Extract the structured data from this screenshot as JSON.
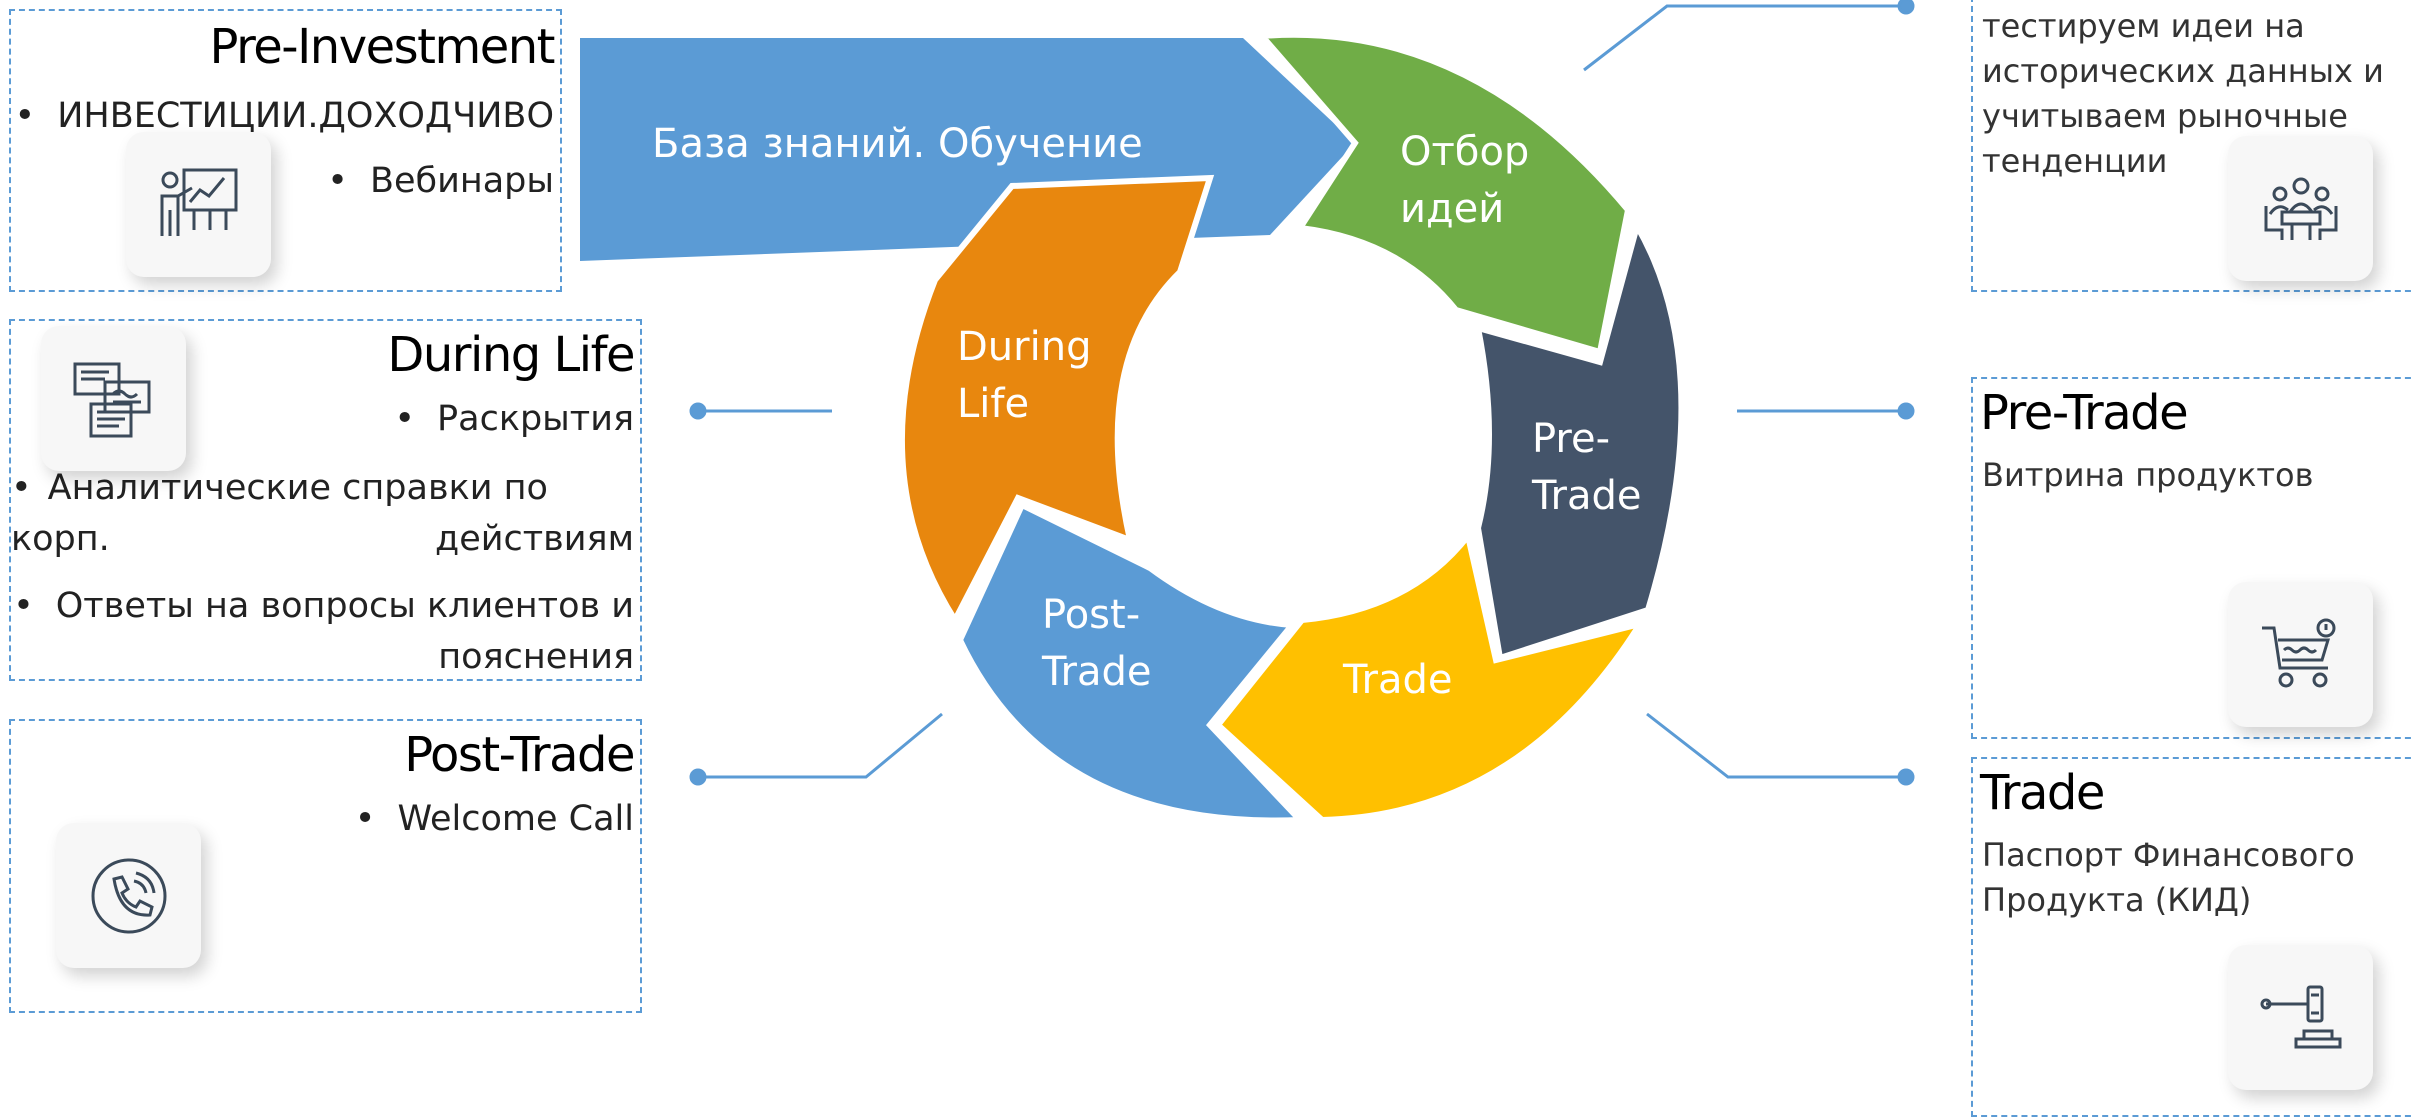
{
  "diagram": {
    "arrow_label": "База знаний. Обучение",
    "segments": {
      "idea_selection": [
        "Отбор",
        "идей"
      ],
      "pre_trade": [
        "Pre-",
        "Trade"
      ],
      "trade": [
        "Trade"
      ],
      "post_trade": [
        "Post-",
        "Trade"
      ],
      "during_life": [
        "During",
        "Life"
      ]
    },
    "colors": {
      "knowledge_arrow": "#5b9bd5",
      "idea_selection": "#70ad47",
      "pre_trade": "#44546a",
      "trade": "#ffc000",
      "post_trade": "#5b9bd5",
      "during_life": "#e8870e",
      "connector": "#5b9bd5"
    }
  },
  "left_panels": {
    "pre_investment": {
      "title": "Pre-Investment",
      "bullets": [
        "ИНВЕСТИЦИИ.ДОХОДЧИВО",
        "Вебинары"
      ],
      "icon": "presentation-chart-icon"
    },
    "during_life": {
      "title": "During Life",
      "bullets": [
        "Раскрытия",
        "Аналитические справки по корп.",
        "действиям",
        "Ответы на вопросы клиентов и",
        "пояснения"
      ],
      "icon": "documents-icon"
    },
    "post_trade": {
      "title": "Post-Trade",
      "bullets": [
        "Welcome Call"
      ],
      "icon": "phone-call-icon"
    }
  },
  "right_panels": {
    "idea_selection": {
      "lines": [
        "тестируем идеи на",
        "исторических данных и",
        "учитываем рыночные",
        "тенденции"
      ],
      "icon": "meeting-icon"
    },
    "pre_trade": {
      "title": "Pre-Trade",
      "text": "Витрина продуктов",
      "icon": "shopping-cart-icon"
    },
    "trade": {
      "title": "Trade",
      "lines": [
        "Паспорт Финансового",
        "Продукта (КИД)"
      ],
      "icon": "gavel-icon"
    }
  }
}
